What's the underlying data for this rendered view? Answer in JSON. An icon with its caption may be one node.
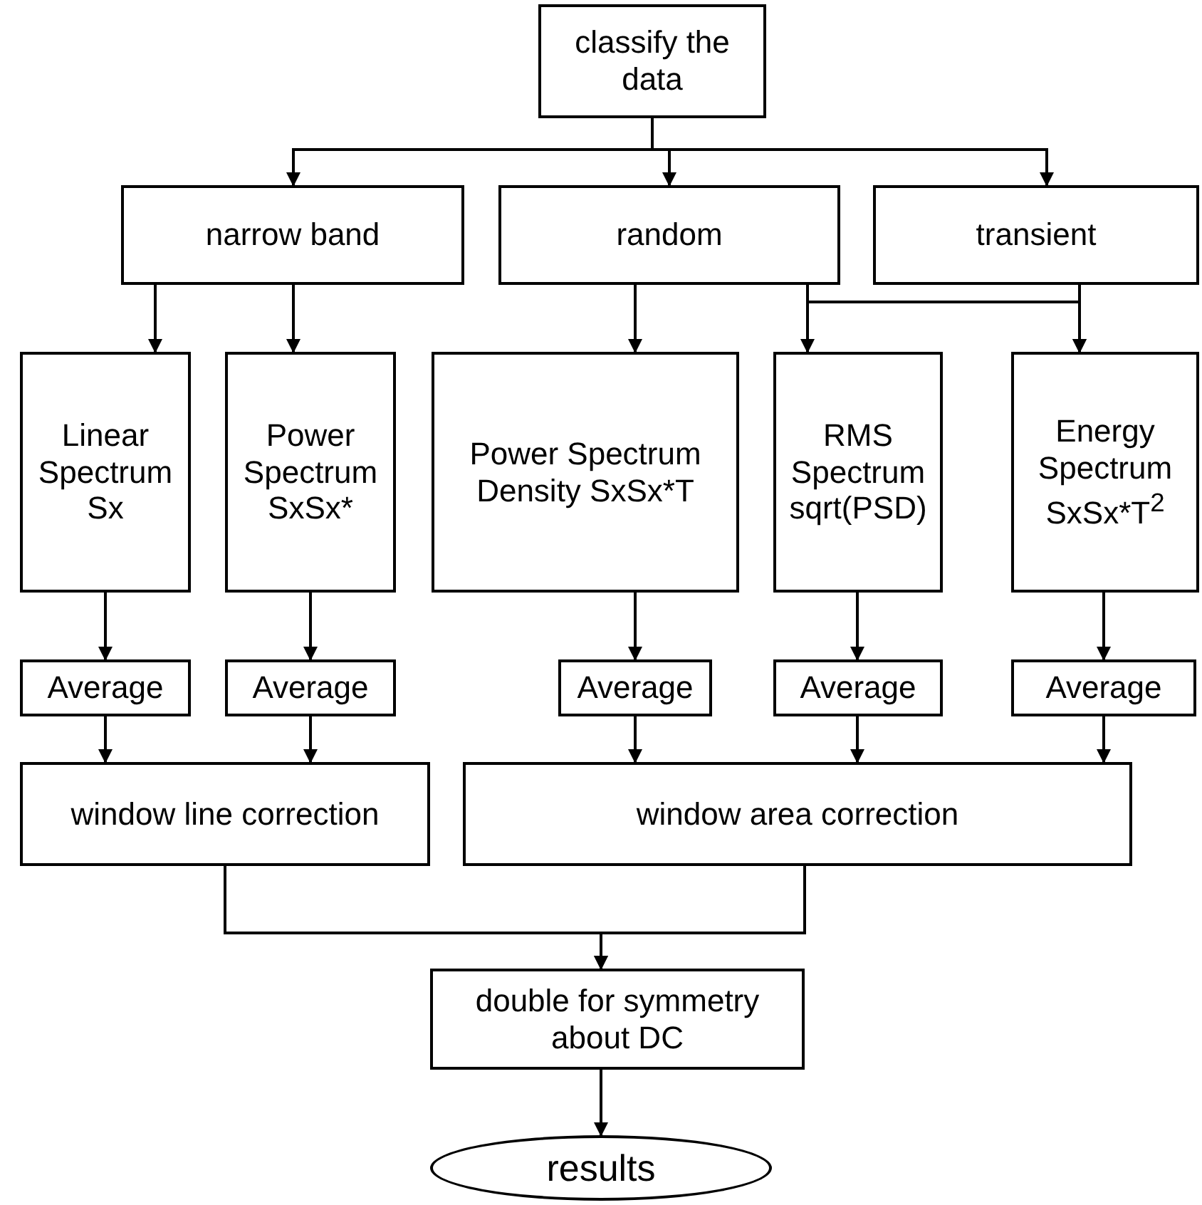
{
  "diagram": {
    "nodes": [
      {
        "text": [
          "classify the data"
        ]
      },
      {
        "text": [
          "narrow band"
        ]
      },
      {
        "text": [
          "random"
        ]
      },
      {
        "text": [
          "transient"
        ]
      },
      {
        "text": [
          "Linear Spectrum Sx"
        ]
      },
      {
        "text": [
          "Power Spectrum SxSx*"
        ]
      },
      {
        "text": [
          "Power Spectrum Density SxSx*T"
        ]
      },
      {
        "text": [
          "RMS Spectrum sqrt(PSD)"
        ]
      },
      {
        "text": [
          "Energy Spectrum SxSx*T$^{2}$"
        ]
      },
      {
        "text": [
          "Average"
        ]
      },
      {
        "text": [
          "Average"
        ]
      },
      {
        "text": [
          "Average"
        ]
      },
      {
        "text": [
          "Average"
        ]
      },
      {
        "text": [
          "Average"
        ]
      },
      {
        "text": [
          "window line correction"
        ]
      },
      {
        "text": [
          "window area correction"
        ]
      },
      {
        "text": [
          "double for symmetry about DC"
        ]
      },
      {
        "text": [
          "results"
        ]
      }
    ],
    "edges": [
      {
        "from": 0,
        "to": 1,
        "arrow": "to"
      },
      {
        "from": 0,
        "to": 2,
        "arrow": "to"
      },
      {
        "from": 0,
        "to": 3,
        "arrow": "to"
      },
      {
        "from": 1,
        "to": 4,
        "arrow": "to"
      },
      {
        "from": 1,
        "to": 5,
        "arrow": "to"
      },
      {
        "from": 2,
        "to": 6,
        "arrow": "to"
      },
      {
        "from": 2,
        "to": 7,
        "arrow": "to"
      },
      {
        "from": 2,
        "to": 8,
        "arrow": "to"
      },
      {
        "from": 3,
        "to": 8,
        "arrow": "to"
      },
      {
        "from": 4,
        "to": 9,
        "arrow": "to"
      },
      {
        "from": 5,
        "to": 10,
        "arrow": "to"
      },
      {
        "from": 6,
        "to": 11,
        "arrow": "to"
      },
      {
        "from": 7,
        "to": 12,
        "arrow": "to"
      },
      {
        "from": 8,
        "to": 13,
        "arrow": "to"
      },
      {
        "from": 9,
        "to": 14,
        "arrow": "to"
      },
      {
        "from": 10,
        "to": 14,
        "arrow": "to"
      },
      {
        "from": 11,
        "to": 15,
        "arrow": "to"
      },
      {
        "from": 12,
        "to": 15,
        "arrow": "to"
      },
      {
        "from": 13,
        "to": 15,
        "arrow": "to"
      },
      {
        "from": 14,
        "to": 16,
        "arrow": "to"
      },
      {
        "from": 15,
        "to": 16,
        "arrow": "to"
      },
      {
        "from": 16,
        "to": 17,
        "arrow": "to"
      }
    ]
  }
}
